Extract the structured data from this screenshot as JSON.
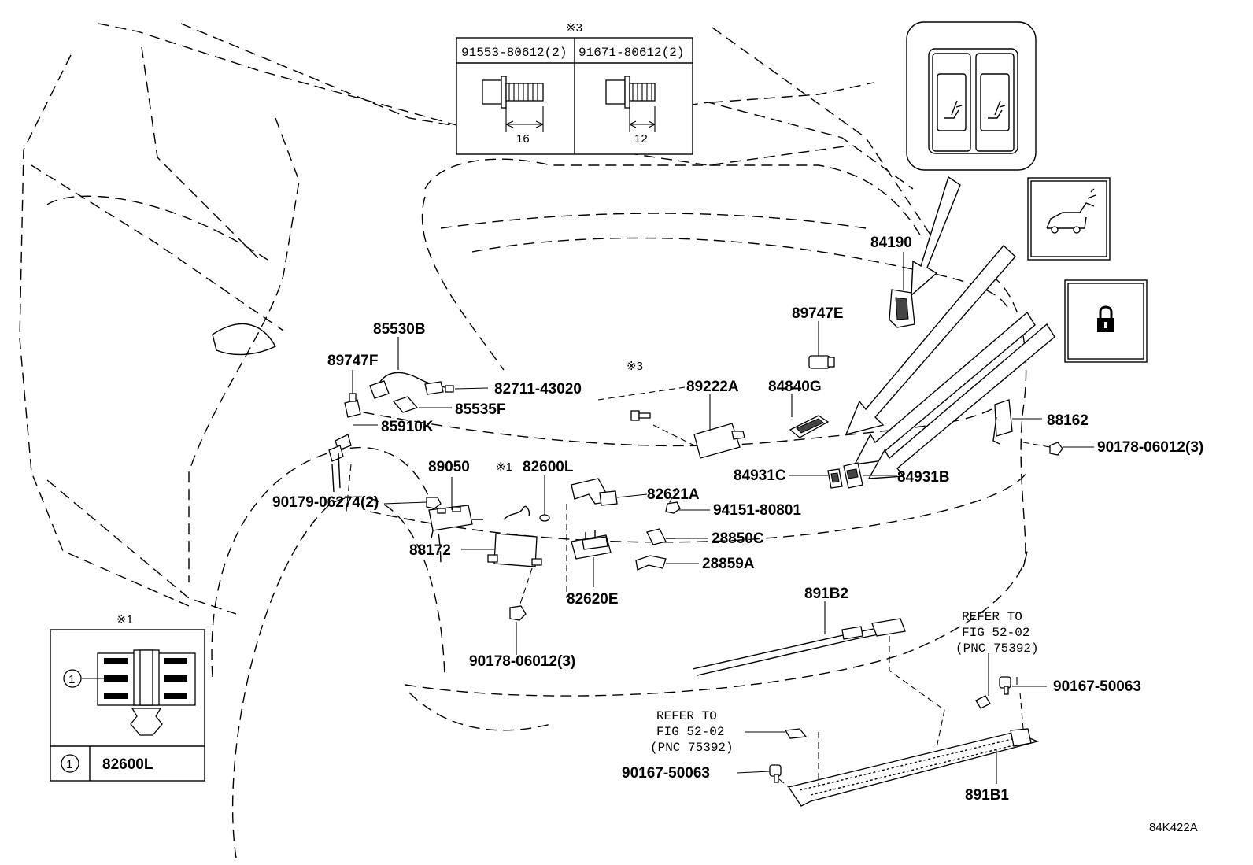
{
  "diagram_id": "84K422A",
  "callouts": {
    "c84190": "84190",
    "c89747E": "89747E",
    "c85530B": "85530B",
    "c89747F": "89747F",
    "c82711": "82711-43020",
    "c85535F": "85535F",
    "c89222A": "89222A",
    "c84840G": "84840G",
    "c88162": "88162",
    "c90178a": "90178-06012(3)",
    "c85910K": "85910K",
    "c89050": "89050",
    "c82600L": "82600L",
    "c84931C": "84931C",
    "c84931B": "84931B",
    "c82621A": "82621A",
    "c90179": "90179-06274(2)",
    "c94151": "94151-80801",
    "c28850C": "28850C",
    "c88172": "88172",
    "c28859A": "28859A",
    "c82620E": "82620E",
    "c891B2": "891B2",
    "c90178b": "90178-06012(3)",
    "c90167a": "90167-50063",
    "c90167b": "90167-50063",
    "c891B1": "891B1"
  },
  "refer1": {
    "l1": "REFER TO",
    "l2": "FIG 52-02",
    "l3": "(PNC 75392)"
  },
  "refer2": {
    "l1": "REFER TO",
    "l2": "FIG 52-02",
    "l3": "(PNC 75392)"
  },
  "marks": {
    "note3_top": "※3",
    "note3_bolt": "※3",
    "note1_clip": "※1",
    "note1_inset": "※1"
  },
  "bolt_table": {
    "left_part": "91553-80612(2)",
    "right_part": "91671-80612(2)",
    "left_dim": "16",
    "right_dim": "12"
  },
  "clip_inset": {
    "ref_number": "1",
    "part": "82600L"
  },
  "icons": [
    "lock-icon",
    "power-liftgate-icon",
    "power-seat-switch-icon"
  ]
}
